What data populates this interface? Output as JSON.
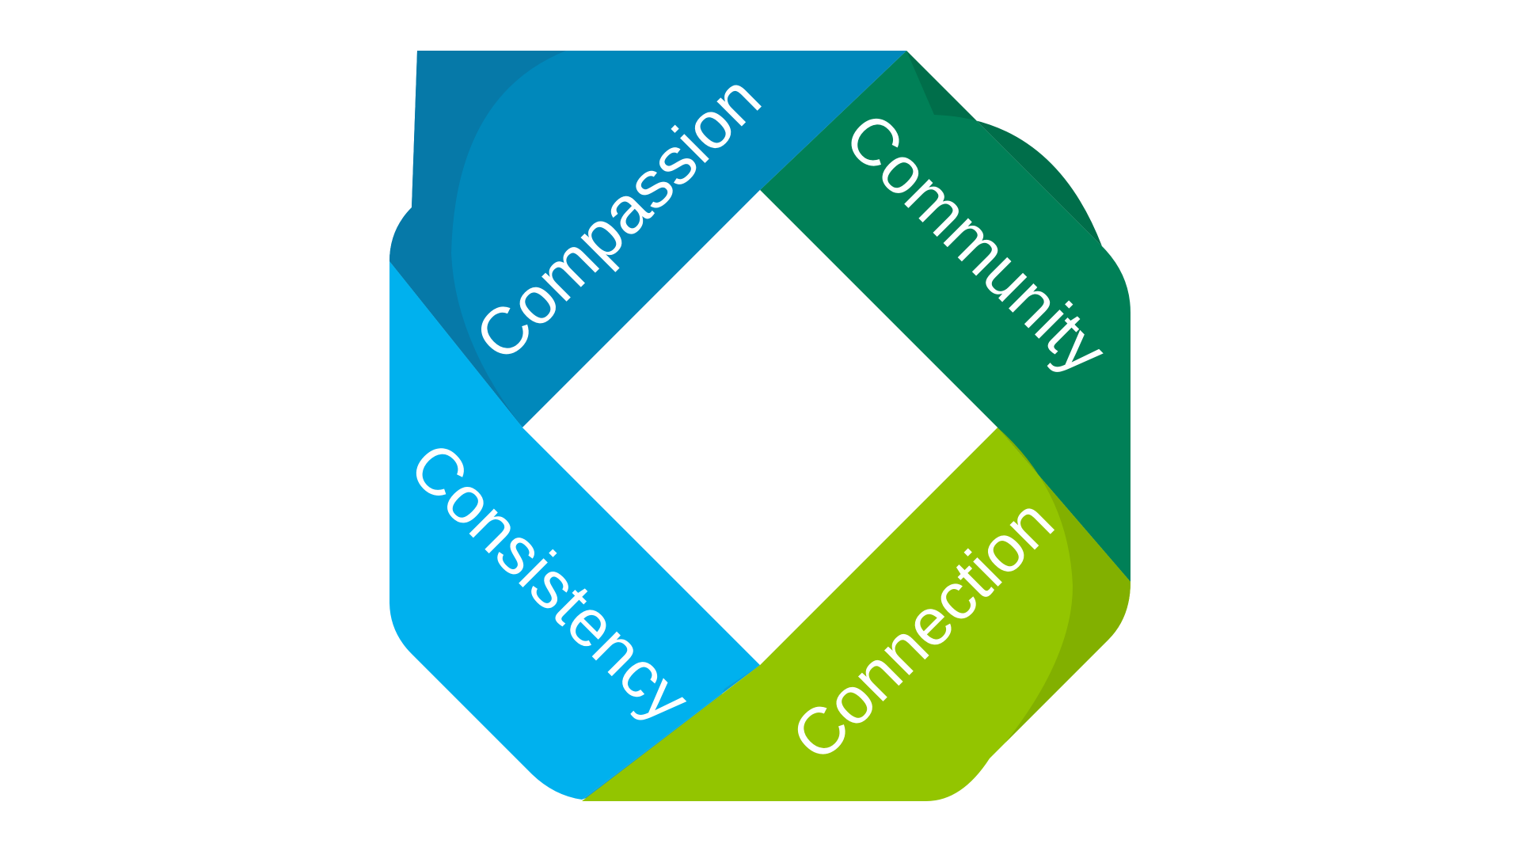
{
  "diagram": {
    "segments": [
      {
        "id": "compassion",
        "label": "Compassion",
        "color": "#0088BB",
        "shade": "#0679A8"
      },
      {
        "id": "community",
        "label": "Community",
        "color": "#008057",
        "shade": "#006E4A"
      },
      {
        "id": "connection",
        "label": "Connection",
        "color": "#93C500",
        "shade": "#82B000"
      },
      {
        "id": "consistency",
        "label": "Consistency",
        "color": "#00B1EE",
        "shade": "#0AA0D8"
      }
    ],
    "background": "#FFFFFF"
  }
}
